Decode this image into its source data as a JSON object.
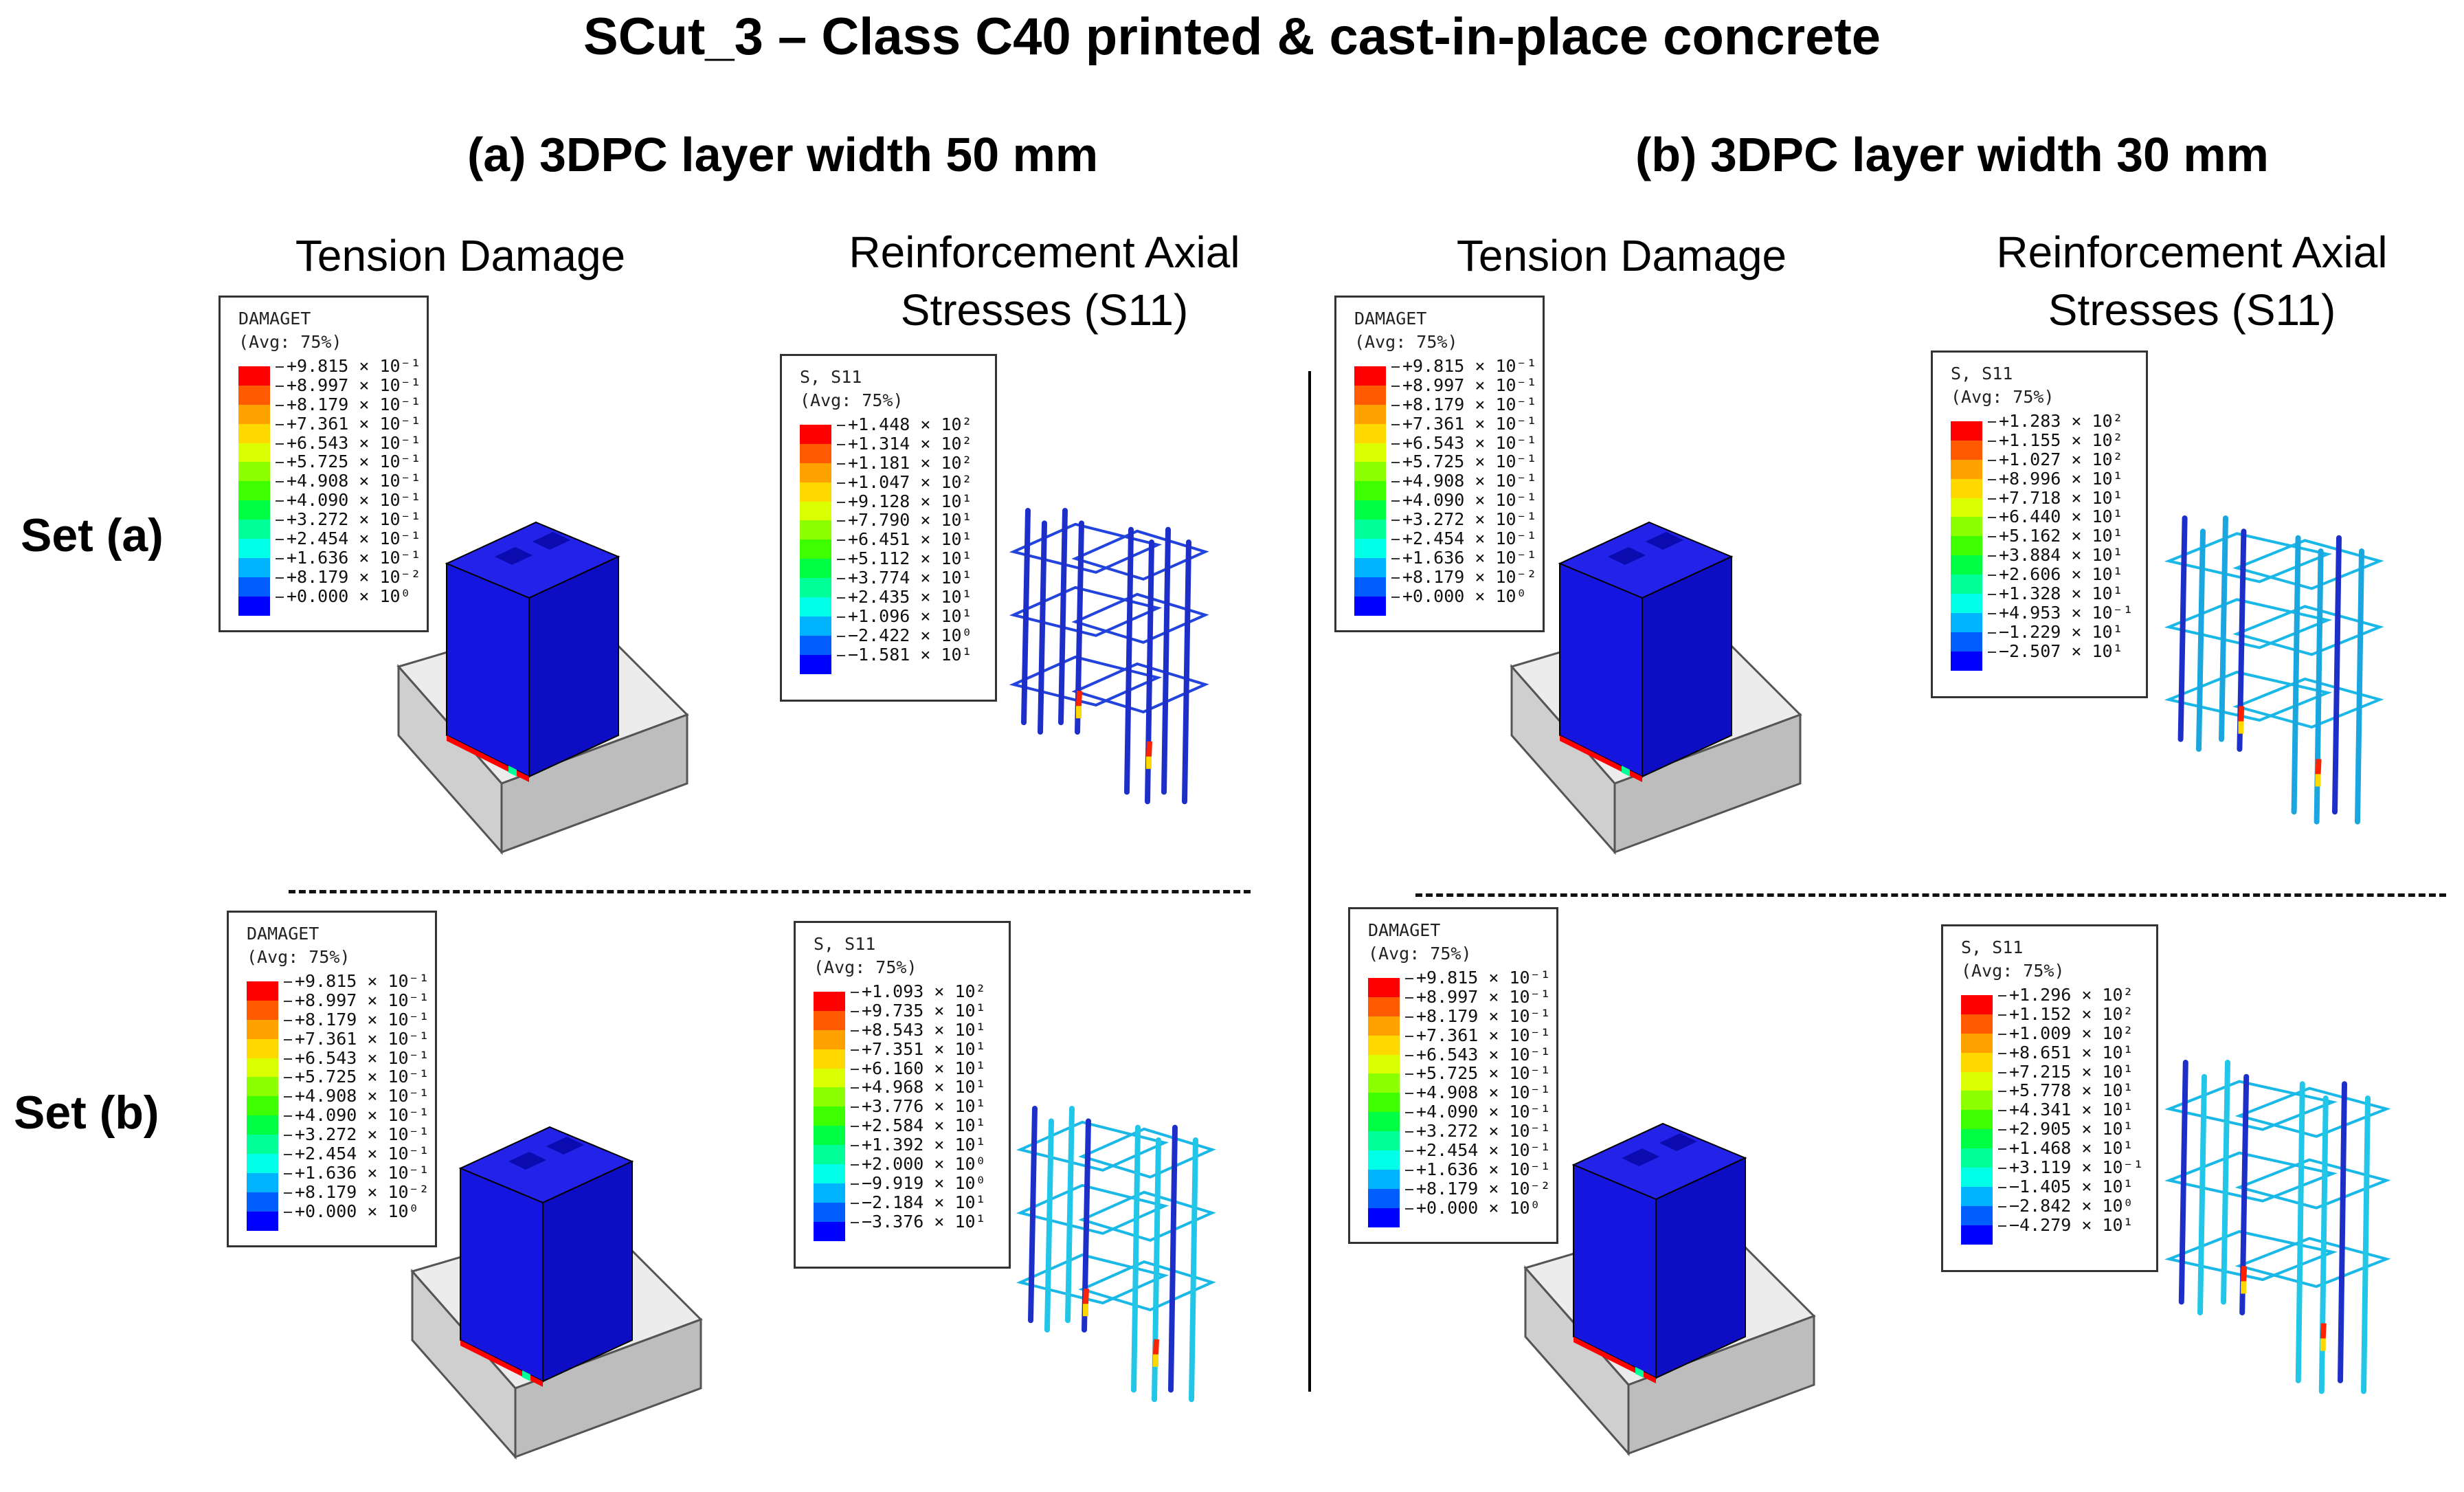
{
  "figure": {
    "title": "SCut_3 – Class C40 printed & cast-in-place concrete",
    "panel_a_title": "(a) 3DPC layer width 50 mm",
    "panel_b_title": "(b) 3DPC layer width 30 mm",
    "col_tension": "Tension Damage",
    "col_reinf_line1": "Reinforcement Axial",
    "col_reinf_line2": "Stresses (S11)",
    "set_a_label": "Set (a)",
    "set_b_label": "Set (b)"
  },
  "colors": {
    "contour": [
      "#ff0000",
      "#ff5a00",
      "#ffa200",
      "#ffd800",
      "#d9ff00",
      "#8cff00",
      "#3dff00",
      "#00ff44",
      "#00ff99",
      "#00ffe6",
      "#00b3ff",
      "#005eff",
      "#0000ff"
    ],
    "concrete_block": "#1515e0",
    "footing": "#d9d9d9",
    "rebar": "#1a3bd6"
  },
  "legends": {
    "damage": {
      "title1": "DAMAGET",
      "title2": "(Avg: 75%)",
      "values": [
        "+9.815 × 10⁻¹",
        "+8.997 × 10⁻¹",
        "+8.179 × 10⁻¹",
        "+7.361 × 10⁻¹",
        "+6.543 × 10⁻¹",
        "+5.725 × 10⁻¹",
        "+4.908 × 10⁻¹",
        "+4.090 × 10⁻¹",
        "+3.272 × 10⁻¹",
        "+2.454 × 10⁻¹",
        "+1.636 × 10⁻¹",
        "+8.179 × 10⁻²",
        "+0.000 × 10⁰"
      ]
    },
    "s11_aa": {
      "title1": "S, S11",
      "title2": "(Avg: 75%)",
      "values": [
        "+1.448 × 10²",
        "+1.314 × 10²",
        "+1.181 × 10²",
        "+1.047 × 10²",
        "+9.128 × 10¹",
        "+7.790 × 10¹",
        "+6.451 × 10¹",
        "+5.112 × 10¹",
        "+3.774 × 10¹",
        "+2.435 × 10¹",
        "+1.096 × 10¹",
        "−2.422 × 10⁰",
        "−1.581 × 10¹"
      ]
    },
    "s11_ba": {
      "title1": "S, S11",
      "title2": "(Avg: 75%)",
      "values": [
        "+1.283 × 10²",
        "+1.155 × 10²",
        "+1.027 × 10²",
        "+8.996 × 10¹",
        "+7.718 × 10¹",
        "+6.440 × 10¹",
        "+5.162 × 10¹",
        "+3.884 × 10¹",
        "+2.606 × 10¹",
        "+1.328 × 10¹",
        "+4.953 × 10⁻¹",
        "−1.229 × 10¹",
        "−2.507 × 10¹"
      ]
    },
    "s11_ab": {
      "title1": "S, S11",
      "title2": "(Avg: 75%)",
      "values": [
        "+1.093 × 10²",
        "+9.735 × 10¹",
        "+8.543 × 10¹",
        "+7.351 × 10¹",
        "+6.160 × 10¹",
        "+4.968 × 10¹",
        "+3.776 × 10¹",
        "+2.584 × 10¹",
        "+1.392 × 10¹",
        "+2.000 × 10⁰",
        "−9.919 × 10⁰",
        "−2.184 × 10¹",
        "−3.376 × 10¹"
      ]
    },
    "s11_bb": {
      "title1": "S, S11",
      "title2": "(Avg: 75%)",
      "values": [
        "+1.296 × 10²",
        "+1.152 × 10²",
        "+1.009 × 10²",
        "+8.651 × 10¹",
        "+7.215 × 10¹",
        "+5.778 × 10¹",
        "+4.341 × 10¹",
        "+2.905 × 10¹",
        "+1.468 × 10¹",
        "+3.119 × 10⁻¹",
        "−1.405 × 10¹",
        "−2.842 × 10⁰",
        "−4.279 × 10¹"
      ]
    }
  }
}
